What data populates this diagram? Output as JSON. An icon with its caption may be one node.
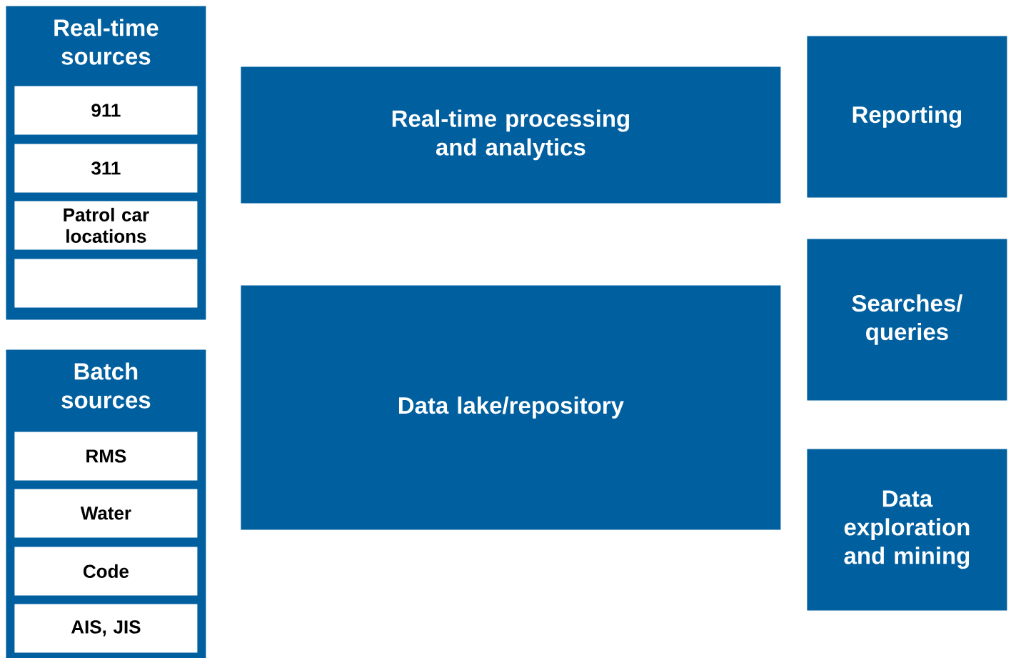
{
  "diagram": {
    "nodes": [
      {
        "text": [
          "Real-time sources"
        ]
      },
      {
        "text": [
          "911"
        ],
        "in": 0
      },
      {
        "text": [
          "311"
        ],
        "in": 0
      },
      {
        "text": [
          "Patrol car locations"
        ],
        "in": 0
      },
      {
        "text": [],
        "shape": "box",
        "in": 0
      },
      {
        "text": [
          "Batch sources"
        ]
      },
      {
        "text": [
          "RMS"
        ],
        "in": 5
      },
      {
        "text": [
          "Water"
        ],
        "in": 5
      },
      {
        "text": [
          "Code"
        ],
        "in": 5
      },
      {
        "text": [
          "AIS, JIS"
        ],
        "in": 5
      },
      {
        "text": [
          "Real-time processing and analytics"
        ]
      },
      {
        "text": [
          "Data lake/repository"
        ]
      },
      {
        "text": [
          "Reporting"
        ]
      },
      {
        "text": [
          "Searches/ queries"
        ]
      },
      {
        "text": [
          "Data exploration and mining"
        ]
      }
    ]
  }
}
